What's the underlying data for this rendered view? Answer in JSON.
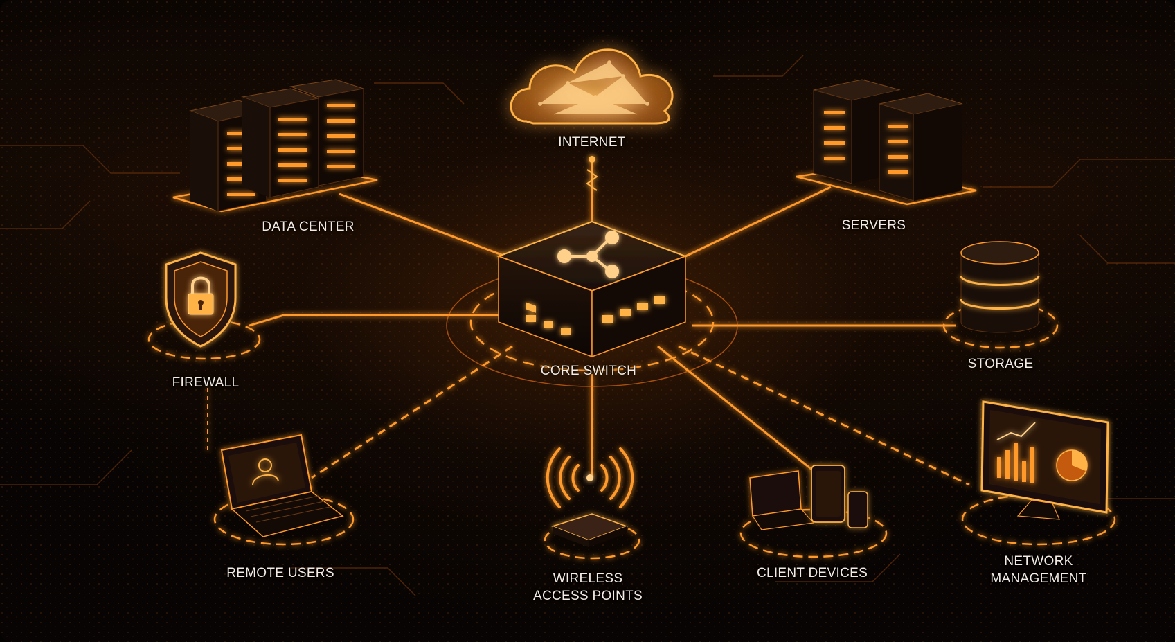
{
  "labels": {
    "internet": "INTERNET",
    "data_center": "DATA CENTER",
    "servers": "SERVERS",
    "firewall": "FIREWALL",
    "core_switch": "CORE SWITCH",
    "storage": "STORAGE",
    "remote_users": "REMOTE USERS",
    "wireless_access_points": "WIRELESS\nACCESS POINTS",
    "client_devices": "CLIENT DEVICES",
    "network_management": "NETWORK\nMANAGEMENT"
  },
  "colors": {
    "accent": "#ff8a1e",
    "glow": "#ffb347",
    "background": "#070403",
    "label": "#f4ece4"
  },
  "icons": {
    "internet": "cloud-icon",
    "data_center": "server-rack-icon",
    "servers": "server-tower-icon",
    "firewall": "shield-lock-icon",
    "core_switch": "network-switch-icon",
    "storage": "database-icon",
    "remote_users": "laptop-user-icon",
    "wireless_access_points": "wireless-antenna-icon",
    "client_devices": "devices-icon",
    "network_management": "monitor-dashboard-icon"
  }
}
